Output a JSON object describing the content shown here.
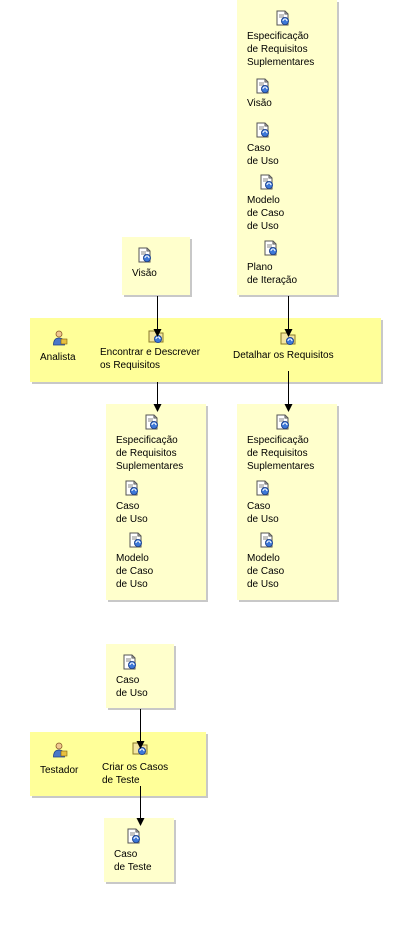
{
  "top_artifacts": {
    "suppl_spec": "Especificação\nde Requisitos\nSuplementares",
    "vision": "Visão",
    "use_case": "Caso\nde Uso",
    "use_case_model": "Modelo\nde Caso\nde Uso",
    "iteration_plan": "Plano\nde Iteração"
  },
  "vision_input": "Visão",
  "lane1": {
    "role": "Analista",
    "task1": "Encontrar e Descrever\nos Requisitos",
    "task2": "Detalhar os Requisitos"
  },
  "out1": {
    "suppl_spec": "Especificação\nde Requisitos\nSuplementares",
    "use_case": "Caso\nde Uso",
    "use_case_model": "Modelo\nde Caso\nde Uso"
  },
  "out2": {
    "suppl_spec": "Especificação\nde Requisitos\nSuplementares",
    "use_case": "Caso\nde Uso",
    "use_case_model": "Modelo\nde Caso\nde Uso"
  },
  "use_case_input": "Caso\nde Uso",
  "lane2": {
    "role": "Testador",
    "task": "Criar os Casos\nde Teste"
  },
  "test_case_output": "Caso\nde Teste"
}
